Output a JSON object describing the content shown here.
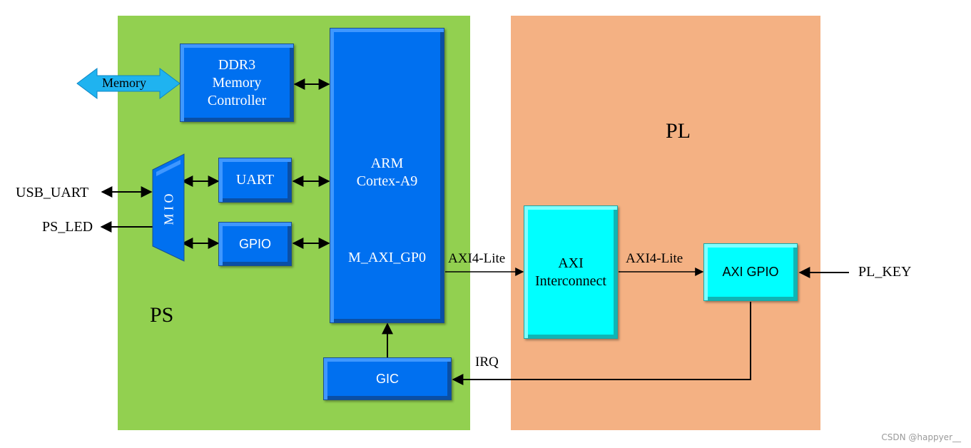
{
  "regions": {
    "ps_label": "PS",
    "pl_label": "PL"
  },
  "blocks": {
    "memory": "Memory",
    "ddr3": "DDR3\nMemory\nController",
    "arm": "ARM\nCortex-A9",
    "m_axi_gp0": "M_AXI_GP0",
    "mio": "M I O",
    "uart": "UART",
    "gpio": "GPIO",
    "gic": "GIC",
    "axi_interconnect": "AXI\nInterconnect",
    "axi_gpio": "AXI GPIO"
  },
  "signals": {
    "usb_uart": "USB_UART",
    "ps_led": "PS_LED",
    "pl_key": "PL_KEY",
    "axi4_lite_1": "AXI4-Lite",
    "axi4_lite_2": "AXI4-Lite",
    "irq": "IRQ"
  },
  "watermark": "CSDN @happyer__",
  "colors": {
    "ps_region": "#92d050",
    "pl_region": "#f4b183",
    "block_blue": "#0070f0",
    "block_cyan": "#00ffff",
    "memory_arrow": "#1fb3f0"
  }
}
